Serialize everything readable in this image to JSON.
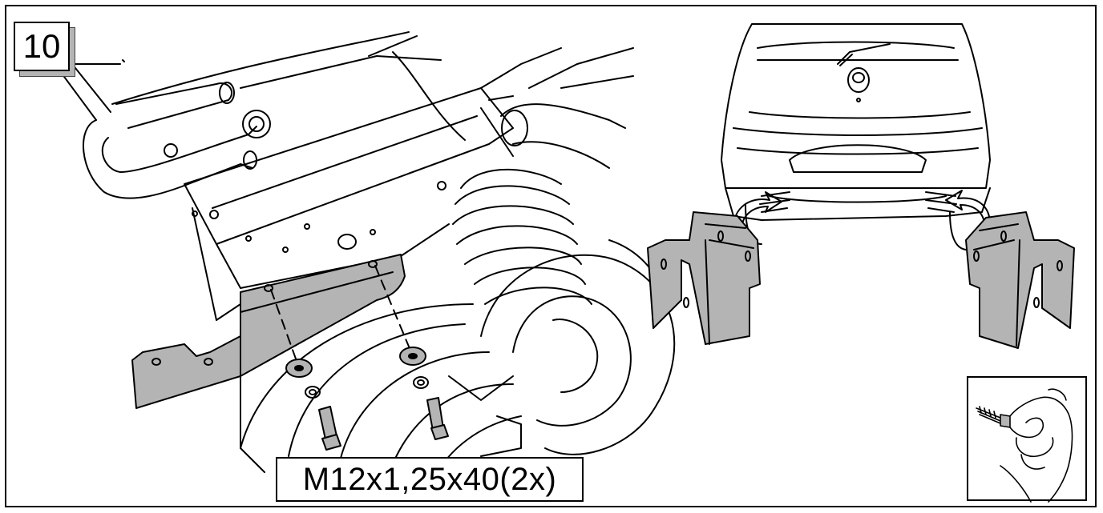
{
  "step": {
    "number": "10"
  },
  "callout": {
    "bolt_spec": "M12x1,25x40(2x)"
  },
  "illustrations": {
    "left_detail": "chassis-bracket-mounting-detail",
    "right_overview": "car-rear-with-brackets",
    "inset": "hand-tightening-bolt"
  },
  "colors": {
    "bracket_fill": "#b4b4b4",
    "line": "#000000",
    "background": "#ffffff"
  }
}
